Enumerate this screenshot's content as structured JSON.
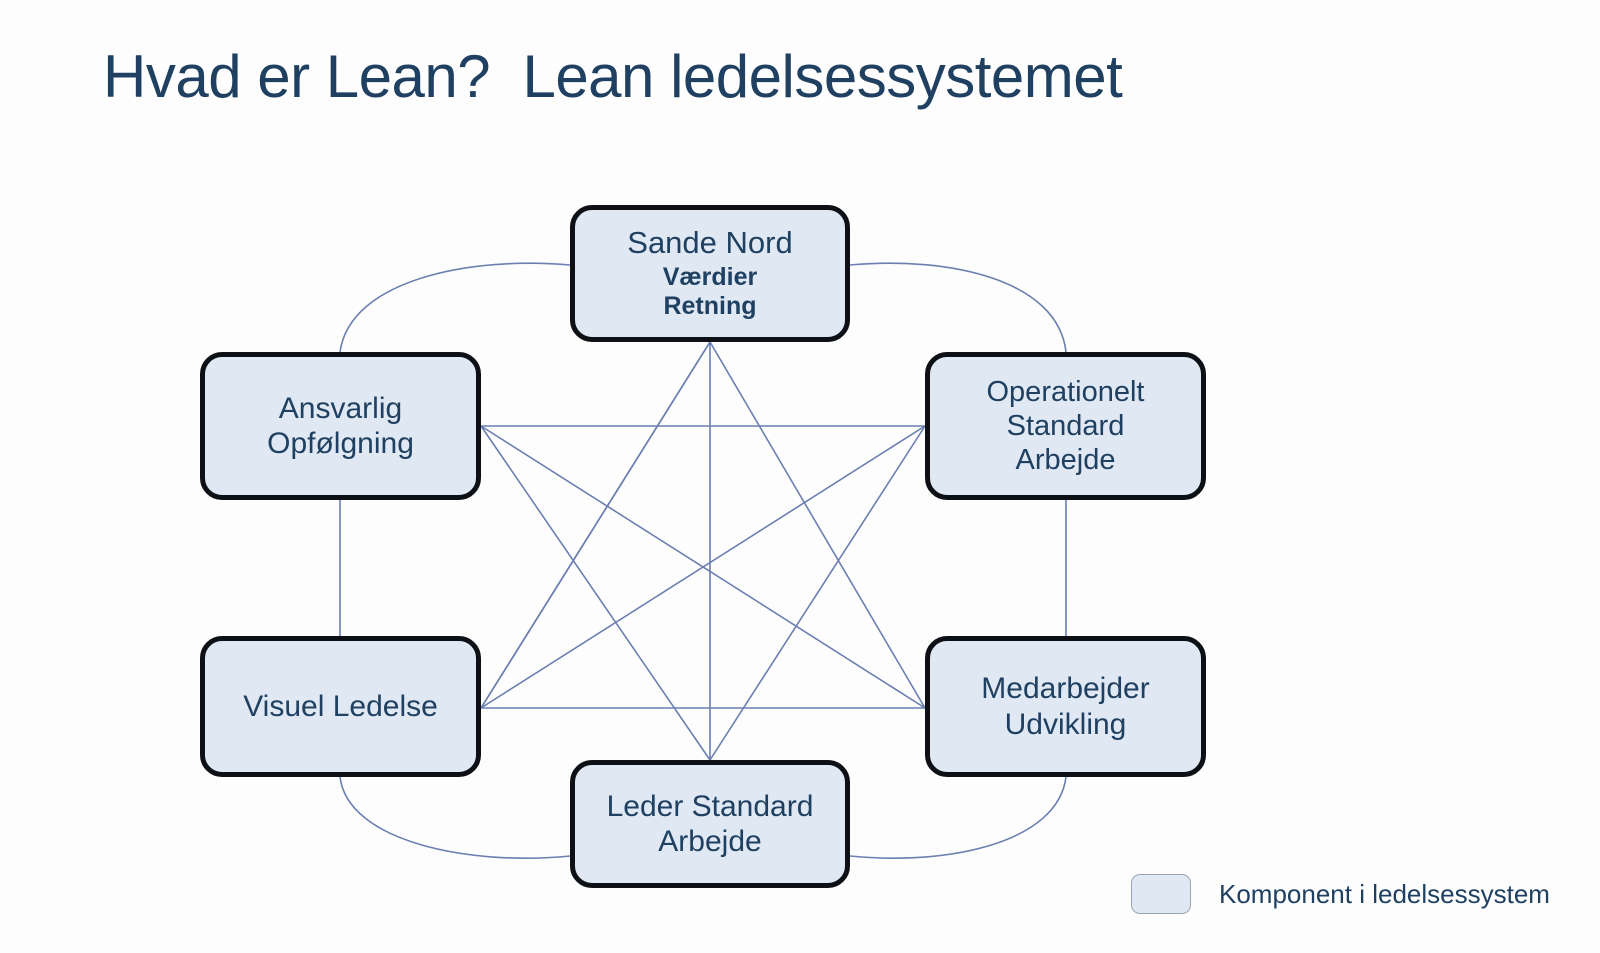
{
  "slide": {
    "title": "Hvad er Lean?  Lean ledelsessystemet",
    "background_color": "#fdfdfe",
    "accent_color": "#1f4061",
    "node_fill_color": "#dfe8f3",
    "node_border_color": "#0d1116",
    "link_color": "#6b7fb0"
  },
  "nodes": [
    {
      "id": "sande-nord",
      "main": "Sande Nord",
      "sub1": "Værdier",
      "sub2": "Retning"
    },
    {
      "id": "ansvarlig",
      "line1": "Ansvarlig",
      "line2": "Opfølgning"
    },
    {
      "id": "operationelt",
      "line1": "Operationelt",
      "line2": "Standard",
      "line3": "Arbejde"
    },
    {
      "id": "visuel",
      "line1": "Visuel Ledelse"
    },
    {
      "id": "medarbejder",
      "line1": "Medarbejder",
      "line2": "Udvikling"
    },
    {
      "id": "leder",
      "line1": "Leder Standard",
      "line2": "Arbejde"
    }
  ],
  "legend": {
    "label": "Komponent i ledelsessystem",
    "swatch_color": "#dfe8f3"
  },
  "chart_data": {
    "type": "diagram",
    "title": "Hvad er Lean?  Lean ledelsessystemet",
    "layout": "hexagon-complete-graph",
    "node_labels": [
      "Sande Nord / Værdier / Retning",
      "Operationelt Standard Arbejde",
      "Medarbejder Udvikling",
      "Leder Standard Arbejde",
      "Visuel Ledelse",
      "Ansvarlig Opfølgning"
    ],
    "edges": "every node connected to every other node (complete graph, 15 links); outer ring drawn as curved arcs, inner links as straight lines",
    "legend": [
      "Komponent i ledelsessystem"
    ]
  }
}
